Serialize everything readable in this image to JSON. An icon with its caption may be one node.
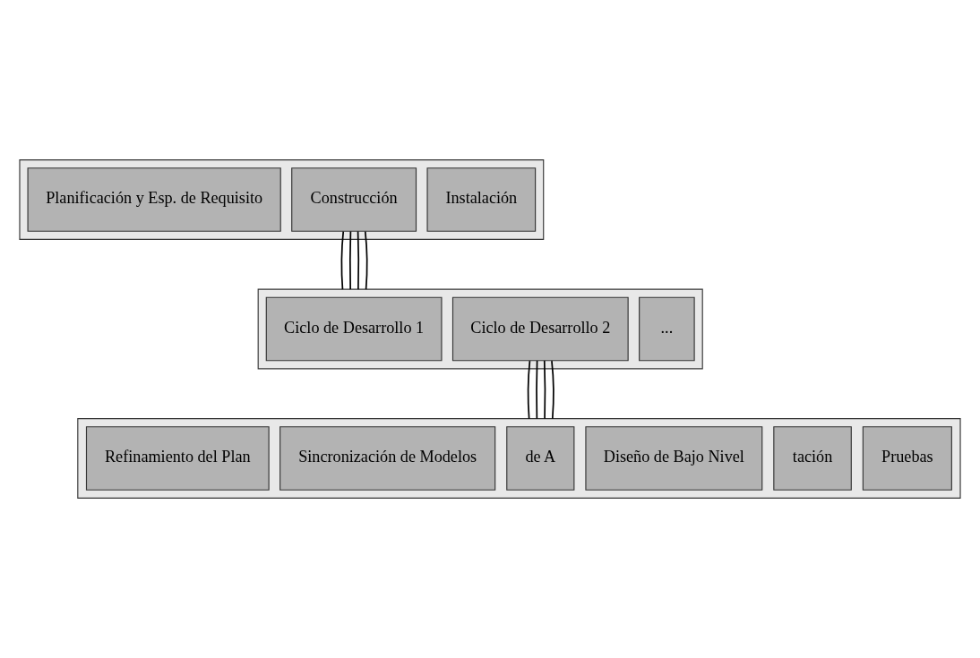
{
  "diagram": {
    "nodes": [
      {
        "text": [],
        "shape": "box"
      },
      {
        "text": [
          "Planificación y Esp. de Requisito"
        ],
        "in": 0
      },
      {
        "text": [
          "Construcción"
        ],
        "in": 0
      },
      {
        "text": [
          "Instalación"
        ],
        "in": 0
      },
      {
        "text": [],
        "shape": "box"
      },
      {
        "text": [
          "Ciclo de Desarrollo 1"
        ],
        "in": 4
      },
      {
        "text": [
          "Ciclo de Desarrollo 2"
        ],
        "in": 4
      },
      {
        "text": [
          "..."
        ],
        "in": 4
      },
      {
        "text": [],
        "shape": "box"
      },
      {
        "text": [
          "Refinamiento del Plan"
        ],
        "in": 8
      },
      {
        "text": [
          "Sincronización de Modelos"
        ],
        "in": 8
      },
      {
        "text": [
          "de A"
        ],
        "in": 8
      },
      {
        "text": [
          "Diseño de Bajo Nivel"
        ],
        "in": 8
      },
      {
        "text": [
          "tación"
        ],
        "in": 8
      },
      {
        "text": [
          "Pruebas"
        ],
        "in": 8
      }
    ],
    "edges": [
      {
        "from": 2,
        "to": 4,
        "arrow": "none"
      },
      {
        "from": 2,
        "to": 4,
        "arrow": "none"
      },
      {
        "from": 2,
        "to": 4,
        "arrow": "none"
      },
      {
        "from": 2,
        "to": 4,
        "arrow": "none"
      },
      {
        "from": 6,
        "to": 8,
        "arrow": "none"
      },
      {
        "from": 6,
        "to": 8,
        "arrow": "none"
      },
      {
        "from": 6,
        "to": 8,
        "arrow": "none"
      },
      {
        "from": 6,
        "to": 8,
        "arrow": "none"
      }
    ]
  }
}
